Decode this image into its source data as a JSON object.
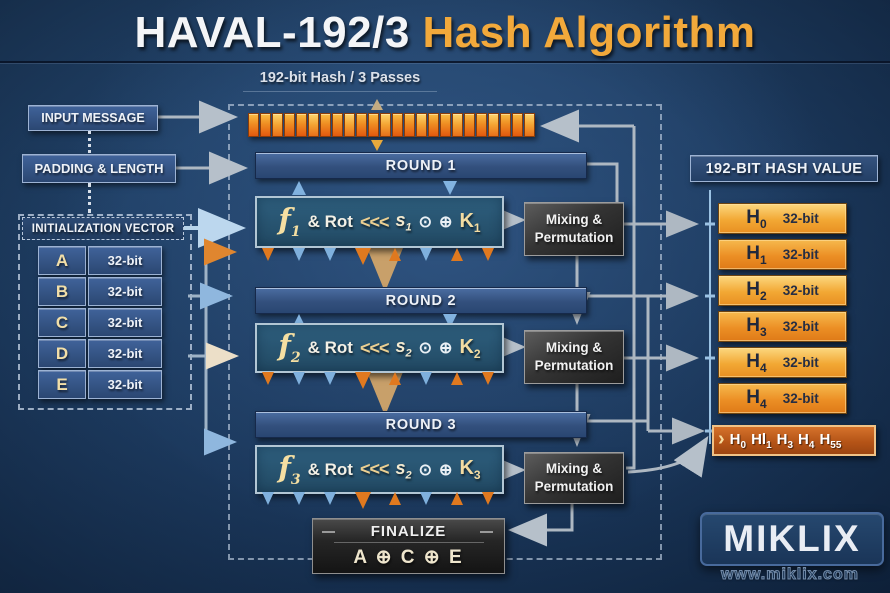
{
  "title": {
    "main": "HAVAL-192/3",
    "accent": "Hash Algorithm"
  },
  "subtitle": "192-bit Hash  /  3 Passes",
  "left_panel": {
    "input_message": "INPUT MESSAGE",
    "padding_length": "PADDING & LENGTH",
    "iv_label": "INITIALIZATION VECTOR",
    "iv_registers": [
      {
        "name": "A",
        "size": "32-bit"
      },
      {
        "name": "B",
        "size": "32-bit"
      },
      {
        "name": "C",
        "size": "32-bit"
      },
      {
        "name": "D",
        "size": "32-bit"
      },
      {
        "name": "E",
        "size": "32-bit"
      }
    ]
  },
  "pipeline": {
    "message_blocks": 24,
    "rounds": [
      {
        "label": "ROUND 1",
        "fn": "f",
        "fn_sub": "1",
        "op": "& Rot",
        "shift": "<<<",
        "s": "s",
        "s_sub": "1",
        "eye": "⊙",
        "xor": "⊕",
        "key": "K",
        "key_sub": "1",
        "mix_line1": "Mixing &",
        "mix_line2": "Permutation"
      },
      {
        "label": "ROUND 2",
        "fn": "f",
        "fn_sub": "2",
        "op": "& Rot",
        "shift": "<<<",
        "s": "s",
        "s_sub": "2",
        "eye": "⊙",
        "xor": "⊕",
        "key": "K",
        "key_sub": "2",
        "mix_line1": "Mixing &",
        "mix_line2": "Permutation"
      },
      {
        "label": "ROUND 3",
        "fn": "f",
        "fn_sub": "3",
        "op": "& Rot",
        "shift": "<<<",
        "s": "s",
        "s_sub": "2",
        "eye": "⊙",
        "xor": "⊕",
        "key": "K",
        "key_sub": "3",
        "mix_line1": "Mixing &",
        "mix_line2": "Permutation"
      }
    ],
    "finalize": {
      "label": "FINALIZE",
      "formula": "A ⊕ C ⊕ E"
    }
  },
  "hash_panel": {
    "header": "192-BIT HASH VALUE",
    "registers": [
      {
        "name": "H",
        "sub": "0",
        "size": "32-bit"
      },
      {
        "name": "H",
        "sub": "1",
        "size": "32-bit"
      },
      {
        "name": "H",
        "sub": "2",
        "size": "32-bit"
      },
      {
        "name": "H",
        "sub": "3",
        "size": "32-bit"
      },
      {
        "name": "H",
        "sub": "4",
        "size": "32-bit"
      },
      {
        "name": "H",
        "sub": "4",
        "size": "32-bit"
      }
    ],
    "banner": {
      "chevron": "›",
      "parts": [
        {
          "t": "H",
          "s": "0"
        },
        {
          "t": "Hl",
          "s": "1"
        },
        {
          "t": "H",
          "s": "3"
        },
        {
          "t": "H",
          "s": "4"
        },
        {
          "t": "H",
          "s": "55"
        }
      ]
    }
  },
  "brand": {
    "logo": "MIKLIX",
    "url": "www.miklix.com"
  },
  "colors": {
    "accent_orange": "#f2a93b",
    "block_orange": "#e2590f",
    "panel_blue": "#2b4772",
    "arrow_gray": "#aeb8c2"
  }
}
